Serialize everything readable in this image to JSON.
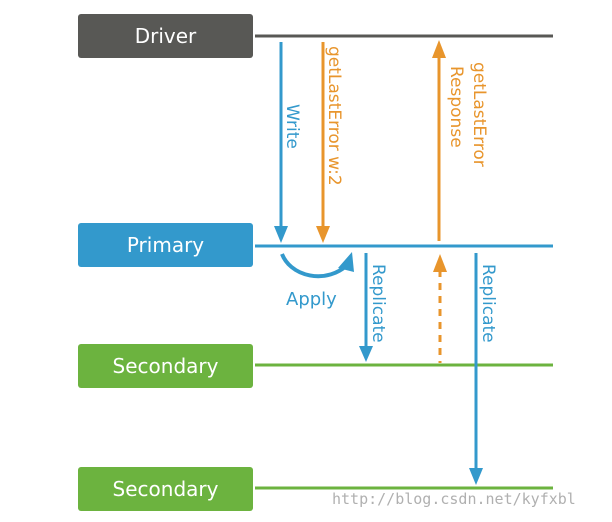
{
  "nodes": {
    "driver": "Driver",
    "primary": "Primary",
    "secondary1": "Secondary",
    "secondary2": "Secondary"
  },
  "arrows": {
    "write": "Write",
    "get_last_error_w2": "getLastError w:2",
    "get_last_error_response_line1": "getLastError",
    "get_last_error_response_line2": "Response",
    "apply": "Apply",
    "replicate1": "Replicate",
    "replicate2": "Replicate"
  },
  "colors": {
    "driver": "#585855",
    "primary": "#3399cc",
    "secondary": "#6cb33f",
    "orange": "#e8952c"
  },
  "watermark": "http://blog.csdn.net/kyfxbl"
}
